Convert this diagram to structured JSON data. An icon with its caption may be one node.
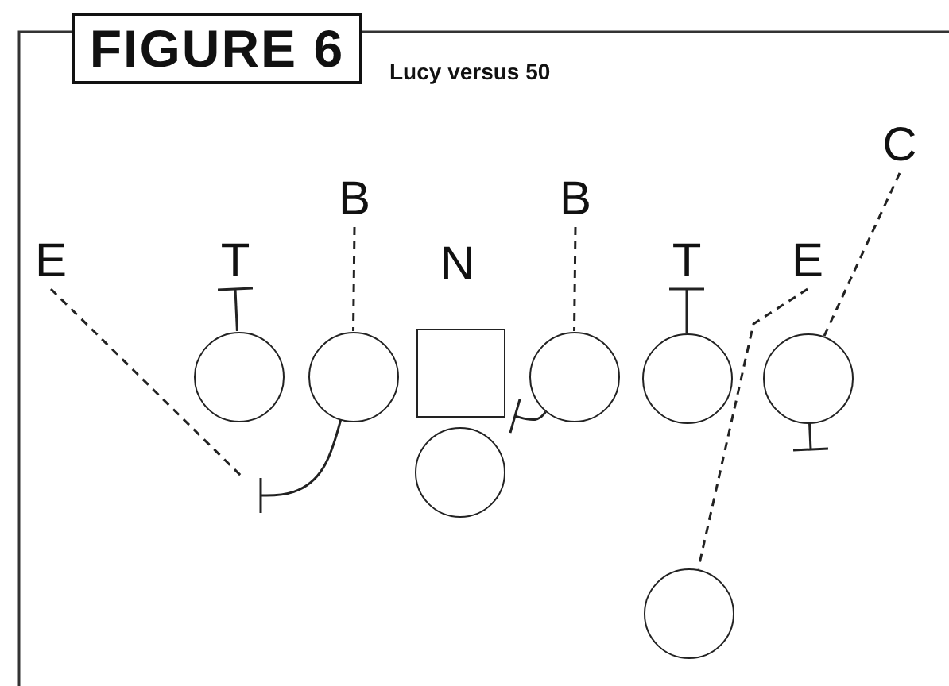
{
  "diagram": {
    "title": "FIGURE 6",
    "nodes": [
      {
        "text": [
          "C"
        ]
      },
      {
        "text": [
          "B"
        ]
      },
      {
        "text": [
          "B"
        ]
      },
      {
        "text": [
          "E"
        ]
      },
      {
        "text": [
          "T"
        ]
      },
      {
        "text": [
          "T"
        ]
      },
      {
        "text": [
          "E"
        ]
      },
      {
        "text": [],
        "shape": "circle"
      },
      {
        "text": [],
        "shape": "circle"
      },
      {
        "text": [],
        "shape": "box"
      },
      {
        "text": [],
        "shape": "circle"
      },
      {
        "text": [],
        "shape": "circle"
      },
      {
        "text": [],
        "shape": "circle"
      },
      {
        "text": [],
        "shape": "circle"
      },
      {
        "text": [],
        "shape": "circle"
      }
    ],
    "edges": [
      {
        "from": 3,
        "to": null,
        "arrow": "none",
        "style": "dashed"
      },
      {
        "from": 1,
        "to": 8,
        "arrow": "none",
        "style": "dashed"
      },
      {
        "from": 2,
        "to": 10,
        "arrow": "none",
        "style": "dashed"
      },
      {
        "from": 7,
        "to": 4,
        "arrow": "other"
      },
      {
        "from": 11,
        "to": 5,
        "arrow": "other"
      },
      {
        "from": 8,
        "to": null,
        "arrow": "other"
      },
      {
        "from": 10,
        "to": null,
        "arrow": "other"
      },
      {
        "from": 12,
        "to": null,
        "arrow": "other"
      },
      {
        "from": 6,
        "to": 14,
        "arrow": "none",
        "style": "dashed"
      },
      {
        "from": 0,
        "to": 12,
        "arrow": "none",
        "style": "dashed"
      }
    ],
    "labels": [
      "Lucy versus 50",
      "N"
    ]
  }
}
